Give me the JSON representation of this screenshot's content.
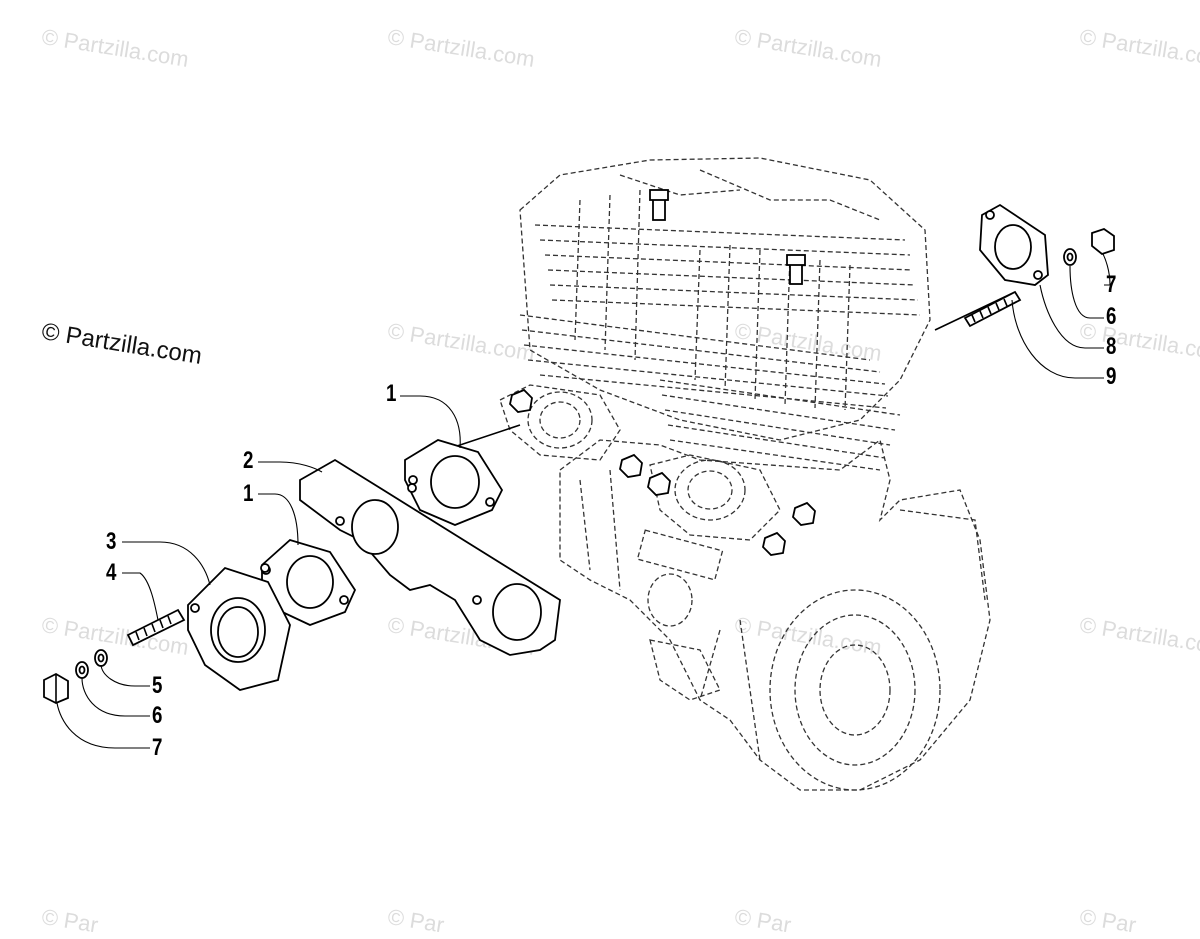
{
  "watermark": {
    "short": "© Partzilla.com",
    "cut": "© Par"
  },
  "copyright_label": "© Partzilla.com",
  "callouts": [
    {
      "id": "c1-top",
      "text": "1"
    },
    {
      "id": "c2",
      "text": "2"
    },
    {
      "id": "c1-mid",
      "text": "1"
    },
    {
      "id": "c3",
      "text": "3"
    },
    {
      "id": "c4",
      "text": "4"
    },
    {
      "id": "c5",
      "text": "5"
    },
    {
      "id": "c6-left",
      "text": "6"
    },
    {
      "id": "c7-left",
      "text": "7"
    },
    {
      "id": "c7-right",
      "text": "7"
    },
    {
      "id": "c6-right",
      "text": "6"
    },
    {
      "id": "c8",
      "text": "8"
    },
    {
      "id": "c9",
      "text": "9"
    }
  ]
}
